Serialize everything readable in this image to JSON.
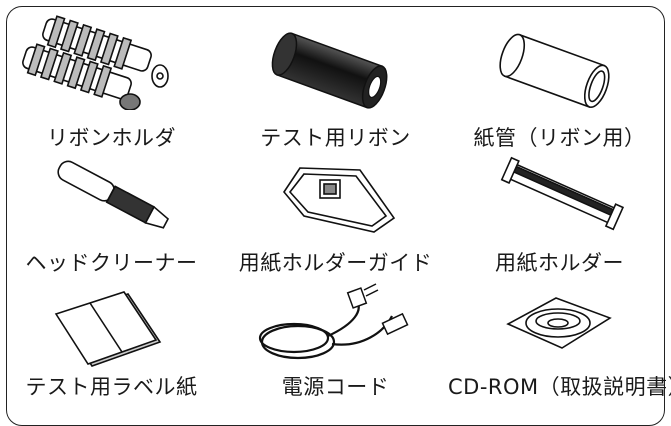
{
  "items": [
    {
      "label": "リボンホルダ",
      "icon": "ribbon-holder-icon"
    },
    {
      "label": "テスト用リボン",
      "icon": "test-ribbon-roll-icon"
    },
    {
      "label": "紙管（リボン用）",
      "icon": "paper-tube-icon"
    },
    {
      "label": "ヘッドクリーナー",
      "icon": "head-cleaner-pen-icon"
    },
    {
      "label": "用紙ホルダーガイド",
      "icon": "paper-holder-guide-icon"
    },
    {
      "label": "用紙ホルダー",
      "icon": "paper-holder-icon"
    },
    {
      "label": "テスト用ラベル紙",
      "icon": "test-label-paper-icon"
    },
    {
      "label": "電源コード",
      "icon": "power-cord-icon"
    },
    {
      "label": "CD-ROM（取扱説明書）",
      "icon": "cd-rom-icon"
    }
  ]
}
